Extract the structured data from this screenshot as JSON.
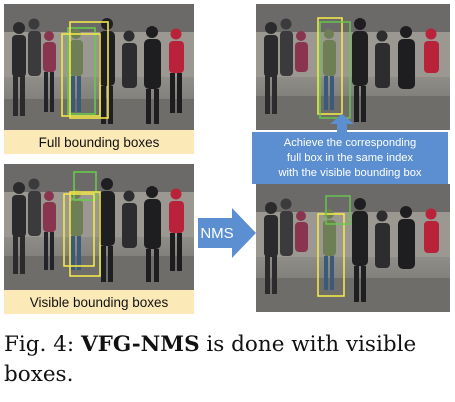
{
  "panels": {
    "full_label": "Full bounding boxes",
    "visible_label": "Visible bounding boxes",
    "nms_label": "NMS",
    "note_lines": [
      "Achieve the corresponding",
      "full box in the same index",
      "with the visible bounding box"
    ]
  },
  "caption": {
    "prefix": "Fig. 4: ",
    "bold": "VFG-NMS",
    "rest_line1": " is done with visible",
    "rest_line2": "boxes."
  },
  "colors": {
    "caption_box": "#fbe9b8",
    "arrow": "#5b8fd1",
    "box_yellow": "#f2e64a",
    "box_green": "#67c94b"
  }
}
